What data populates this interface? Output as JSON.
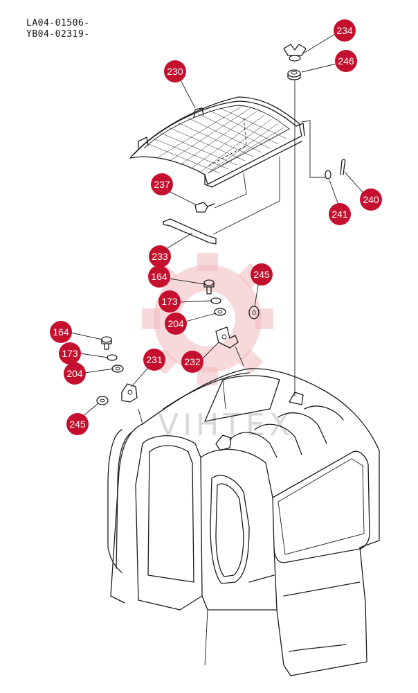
{
  "serial_numbers": [
    "LA04-01506-",
    "YB04-02319-"
  ],
  "watermark": {
    "text": "VIHTEX",
    "color": "#f2b9bd"
  },
  "callout_color": "#c4102e",
  "callouts": [
    {
      "label": "234"
    },
    {
      "label": "246"
    },
    {
      "label": "230"
    },
    {
      "label": "237"
    },
    {
      "label": "240"
    },
    {
      "label": "241"
    },
    {
      "label": "233"
    },
    {
      "label": "164"
    },
    {
      "label": "245"
    },
    {
      "label": "173"
    },
    {
      "label": "204"
    },
    {
      "label": "164"
    },
    {
      "label": "232"
    },
    {
      "label": "173"
    },
    {
      "label": "231"
    },
    {
      "label": "204"
    },
    {
      "label": "245"
    }
  ]
}
